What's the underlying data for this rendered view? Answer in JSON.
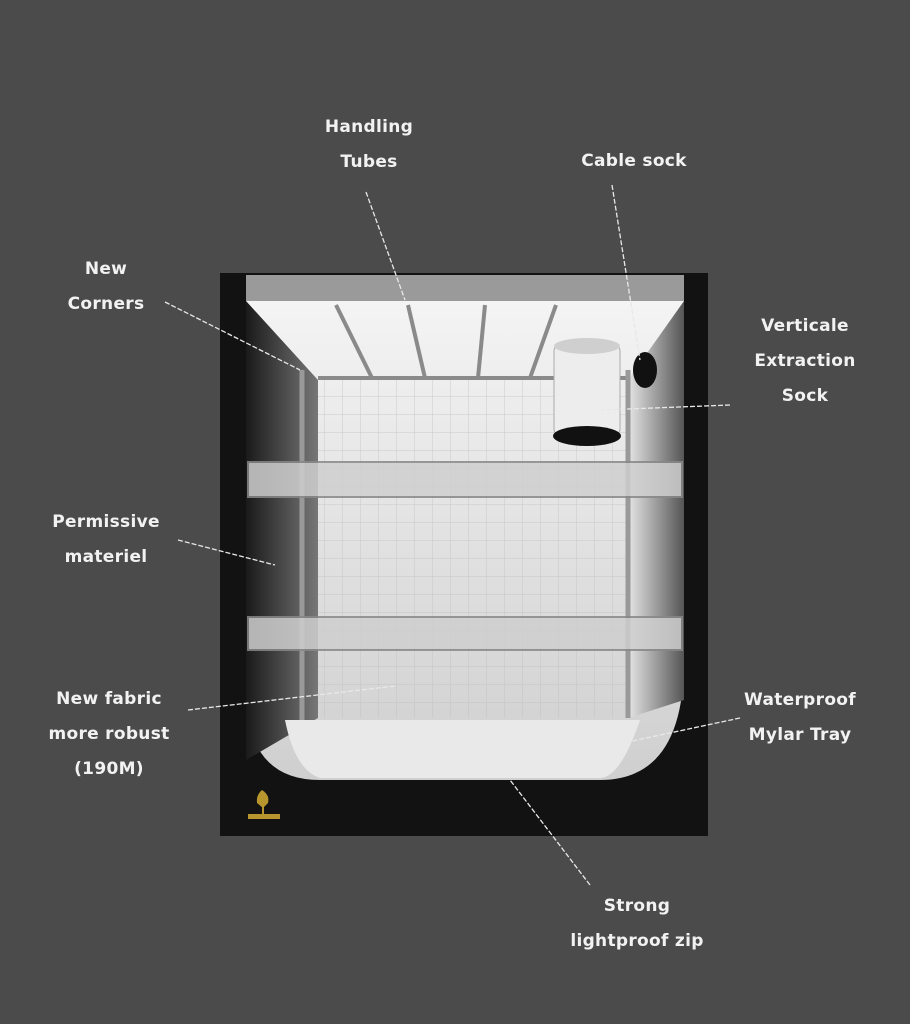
{
  "colors": {
    "background": "#4b4b4b",
    "tent_frame": "#111111",
    "leader_line": "#e8e8e8",
    "logo": "#b8962e",
    "label_text": "#f2f2f2"
  },
  "labels": {
    "handling_tubes": [
      "Handling",
      "Tubes"
    ],
    "cable_sock": [
      "Cable sock"
    ],
    "new_corners": [
      "New",
      "Corners"
    ],
    "extraction_sock": [
      "Verticale",
      "Extraction",
      "Sock"
    ],
    "permissive": [
      "Permissive",
      "materiel"
    ],
    "new_fabric": [
      "New fabric",
      "more robust",
      "(190M)"
    ],
    "mylar_tray": [
      "Waterproof",
      "Mylar Tray"
    ],
    "zip": [
      "Strong",
      "lightproof zip"
    ]
  }
}
